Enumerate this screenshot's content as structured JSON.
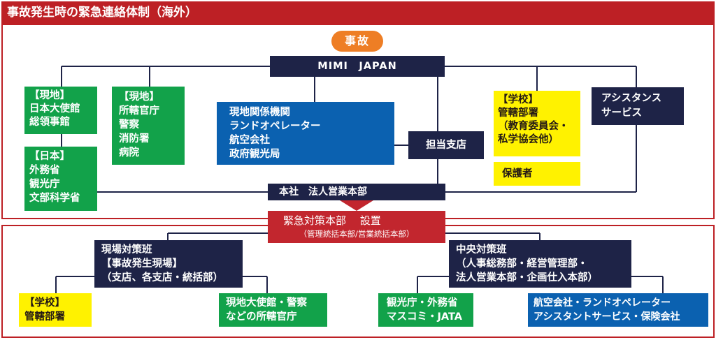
{
  "title": "事故発生時の緊急連絡体制（海外）",
  "top": {
    "accident_label": "事故",
    "mimi": "MIMI　JAPAN",
    "local_embassy": "【現地】\n日本大使館\n総領事館",
    "japan_gov": "【日本】\n外務省\n観光庁\n文部科学省",
    "local_authority": "【現地】\n所轄官庁\n警察\n消防署\n病院",
    "local_agencies": "現地関係機関\nランドオペレーター\n航空会社\n政府観光局",
    "branch": "担当支店",
    "head_office": "本社　法人営業本部",
    "school": "【学校】\n管轄部署\n（教育委員会・\n私学協会他）",
    "guardian": "保護者",
    "assistance": "アシスタンス\nサービス"
  },
  "hq": {
    "main": "緊急対策本部　 設置",
    "sub": "（管理統括本部/営業統括本部）"
  },
  "bottom": {
    "field_team": "現場対策班\n【事故発生現場】\n（支店、各支店・統括部）",
    "central_team": "中央対策班\n（人事総務部・経営管理部・\n法人営業本部・企画仕入本部）",
    "school": "【学校】\n管轄部署",
    "embassy_police": "現地大使館・警察\nなどの所轄官庁",
    "tourism_media": "観光庁・外務省\nマスコミ・JATA",
    "airline_services": "航空会社・ランドオペレーター\nアシスタントサービス・保険会社"
  }
}
